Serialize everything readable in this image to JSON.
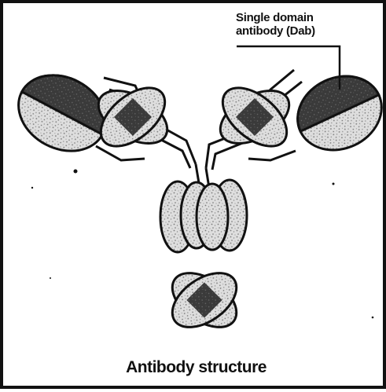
{
  "labels": {
    "dab_callout_line1": "Single domain",
    "dab_callout_line2": "antibody (Dab)",
    "caption": "Antibody structure"
  },
  "colors": {
    "ink": "#111111",
    "speckle_fill": "#dedede",
    "dark_fill": "#3a3a3a",
    "background": "#ffffff"
  }
}
